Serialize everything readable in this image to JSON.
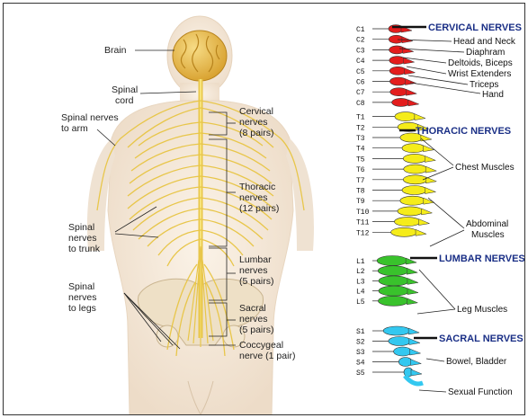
{
  "left_panel": {
    "labels": {
      "brain": "Brain",
      "spinal_cord": [
        "Spinal",
        "cord"
      ],
      "nerves_arm": [
        "Spinal nerves",
        "to arm"
      ],
      "nerves_trunk": [
        "Spinal",
        "nerves",
        "to trunk"
      ],
      "nerves_legs": [
        "Spinal",
        "nerves",
        "to legs"
      ],
      "cervical": [
        "Cervical",
        "nerves",
        "(8 pairs)"
      ],
      "thoracic": [
        "Thoracic",
        "nerves",
        "(12 pairs)"
      ],
      "lumbar": [
        "Lumbar",
        "nerves",
        "(5 pairs)"
      ],
      "sacral": [
        "Sacral",
        "nerves",
        "(5 pairs)"
      ],
      "coccygeal": [
        "Coccygeal",
        "nerve (1 pair)"
      ]
    }
  },
  "right_panel": {
    "vertebrae": [
      {
        "label": "C1",
        "region": "cervical"
      },
      {
        "label": "C2",
        "region": "cervical"
      },
      {
        "label": "C3",
        "region": "cervical"
      },
      {
        "label": "C4",
        "region": "cervical"
      },
      {
        "label": "C5",
        "region": "cervical"
      },
      {
        "label": "C6",
        "region": "cervical"
      },
      {
        "label": "C7",
        "region": "cervical"
      },
      {
        "label": "C8",
        "region": "cervical"
      },
      {
        "label": "T1",
        "region": "thoracic"
      },
      {
        "label": "T2",
        "region": "thoracic"
      },
      {
        "label": "T3",
        "region": "thoracic"
      },
      {
        "label": "T4",
        "region": "thoracic"
      },
      {
        "label": "T5",
        "region": "thoracic"
      },
      {
        "label": "T6",
        "region": "thoracic"
      },
      {
        "label": "T7",
        "region": "thoracic"
      },
      {
        "label": "T8",
        "region": "thoracic"
      },
      {
        "label": "T9",
        "region": "thoracic"
      },
      {
        "label": "T10",
        "region": "thoracic"
      },
      {
        "label": "T11",
        "region": "thoracic"
      },
      {
        "label": "T12",
        "region": "thoracic"
      },
      {
        "label": "L1",
        "region": "lumbar"
      },
      {
        "label": "L2",
        "region": "lumbar"
      },
      {
        "label": "L3",
        "region": "lumbar"
      },
      {
        "label": "L4",
        "region": "lumbar"
      },
      {
        "label": "L5",
        "region": "lumbar"
      },
      {
        "label": "S1",
        "region": "sacral"
      },
      {
        "label": "S2",
        "region": "sacral"
      },
      {
        "label": "S3",
        "region": "sacral"
      },
      {
        "label": "S4",
        "region": "sacral"
      },
      {
        "label": "S5",
        "region": "sacral"
      }
    ],
    "region_headers": {
      "cervical": "CERVICAL NERVES",
      "thoracic": "THORACIC NERVES",
      "lumbar": "LUMBAR NERVES",
      "sacral": "SACRAL NERVES"
    },
    "functions": {
      "head_neck": "Head and Neck",
      "diaphram": "Diaphram",
      "deltoids": "Deltoids, Biceps",
      "wrist": "Wrist Extenders",
      "triceps": "Triceps",
      "hand": "Hand",
      "chest": "Chest Muscles",
      "abdominal": [
        "Abdominal",
        "Muscles"
      ],
      "leg": "Leg Muscles",
      "bowel": "Bowel, Bladder",
      "sexual": "Sexual Function"
    },
    "colors": {
      "cervical": "#e31d1d",
      "thoracic": "#f5ec1a",
      "lumbar": "#39c22c",
      "sacral": "#33c8f0",
      "header_text": "#1a2f86"
    }
  }
}
